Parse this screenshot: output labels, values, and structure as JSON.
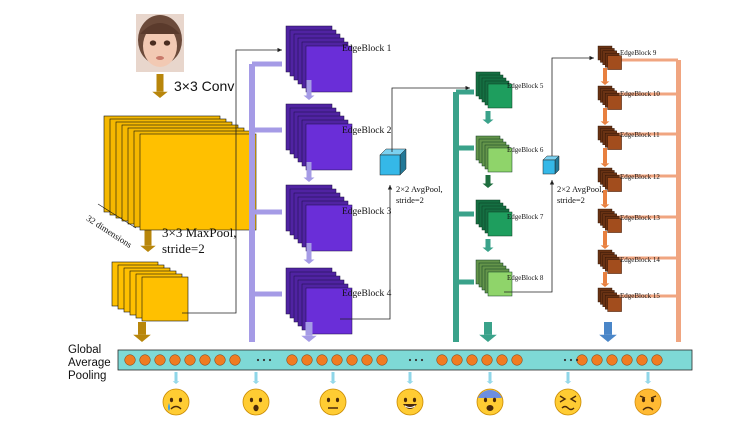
{
  "labels": {
    "conv": "3×3 Conv",
    "maxpool_line1": "3×3 MaxPool,",
    "maxpool_line2": "stride=2",
    "dimensions": "32 dimensions",
    "avgpool1_line1": "2×2 AvgPool,",
    "avgpool1_line2": "stride=2",
    "avgpool2_line1": "2×2 AvgPool,",
    "avgpool2_line2": "stride=2",
    "gap_line1": "Global",
    "gap_line2": "Average",
    "gap_line3": "Pooling"
  },
  "stage1": {
    "color": "#6a2ed8",
    "arrow_color": "#a59be6",
    "blocks": [
      "EdgeBlock 1",
      "EdgeBlock 2",
      "EdgeBlock 3",
      "EdgeBlock 4"
    ]
  },
  "stage2": {
    "color": "#1e9e5e",
    "light_color": "#8fd46a",
    "arrow_color": "#3aa28a",
    "blocks": [
      "EdgeBlock 5",
      "EdgeBlock 6",
      "EdgeBlock 7",
      "EdgeBlock 8"
    ]
  },
  "stage3": {
    "color": "#a24d1d",
    "arrow_color": "#f0a580",
    "blocks": [
      "EdgeBlock 9",
      "EdgeBlock 10",
      "EdgeBlock 11",
      "EdgeBlock 12",
      "EdgeBlock 13",
      "EdgeBlock 14",
      "EdgeBlock 15"
    ]
  },
  "colors": {
    "feature_yellow": "#ffc000",
    "arrow_gold": "#b8860b",
    "pool_cyan": "#35b8e8",
    "gap_bar": "#7ed9d6",
    "gap_dot": "#f07c22",
    "emoji_yellow": "#ffcc33"
  },
  "icons": {
    "input_image": "child-face-photo",
    "emotions": [
      "crying-face-icon",
      "surprised-face-icon",
      "neutral-face-icon",
      "grinning-face-icon",
      "fearful-face-icon",
      "disgusted-face-icon",
      "angry-face-icon"
    ]
  }
}
